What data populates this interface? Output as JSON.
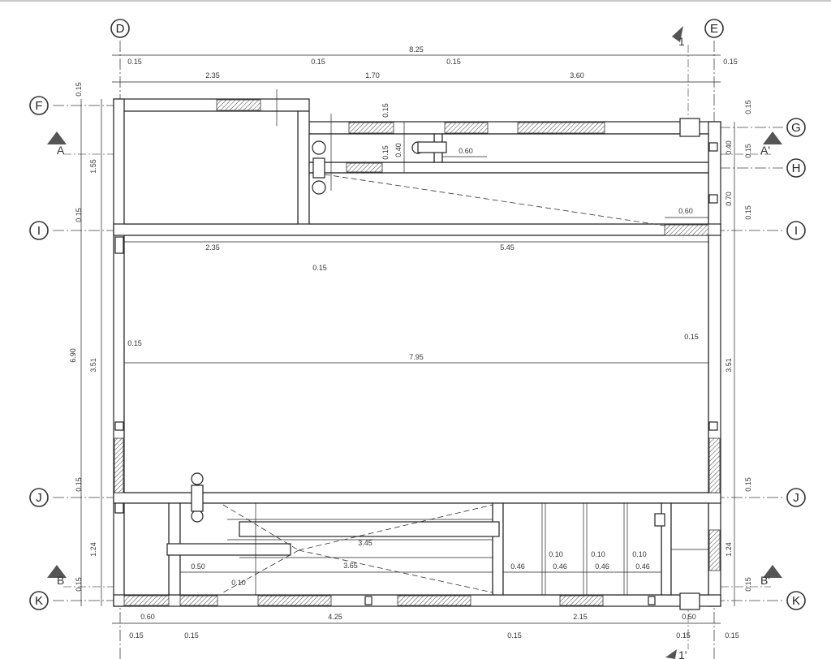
{
  "grid": {
    "D": "D",
    "E": "E",
    "F": "F",
    "G": "G",
    "H": "H",
    "I": "I",
    "J": "J",
    "K": "K"
  },
  "sections": {
    "a": "A",
    "a2": "A'",
    "b": "B",
    "b2": "B'",
    "s1": "1",
    "s1b": "1'"
  },
  "dims": {
    "top_total": "8.25",
    "top_w1": "0.15",
    "top_w2": "0.15",
    "top_w3": "0.15",
    "top_w4": "0.15",
    "top_r1": "2.35",
    "top_r2": "1.70",
    "top_r3": "3.60",
    "l_015a": "0.15",
    "l_155": "1.55",
    "l_015b": "0.15",
    "l_690": "6.90",
    "l_351": "3.51",
    "l_015c": "0.15",
    "l_124": "1.24",
    "l_015d": "0.15",
    "r_015a": "0.15",
    "r_040": "0.40",
    "r_015b": "0.15",
    "r_070": "0.70",
    "r_015c": "0.15",
    "r_351": "3.51",
    "r_015d": "0.15",
    "r_124": "1.24",
    "r_015e": "0.15",
    "i_015a": "0.15",
    "i_015b": "0.15",
    "i_040": "0.40",
    "i_060a": "0.60",
    "i_060b": "0.60",
    "i_235": "2.35",
    "i_545": "5.45",
    "i_015c": "0.15",
    "i_015d": "0.15",
    "i_795": "7.95",
    "i_015e": "0.15",
    "i_345": "3.45",
    "i_365": "3.65",
    "i_050": "0.50",
    "i_010": "0.10",
    "i_046a": "0.46",
    "i_046b": "0.46",
    "i_046c": "0.46",
    "i_046d": "0.46",
    "i_010a": "0.10",
    "i_010b": "0.10",
    "i_010c": "0.10",
    "b_060": "0.60",
    "b_425": "4.25",
    "b_215": "2.15",
    "b_050": "0.50",
    "b_015a": "0.15",
    "b_015b": "0.15",
    "b_015c": "0.15",
    "b_015d": "0.15",
    "b_015e": "0.15"
  }
}
